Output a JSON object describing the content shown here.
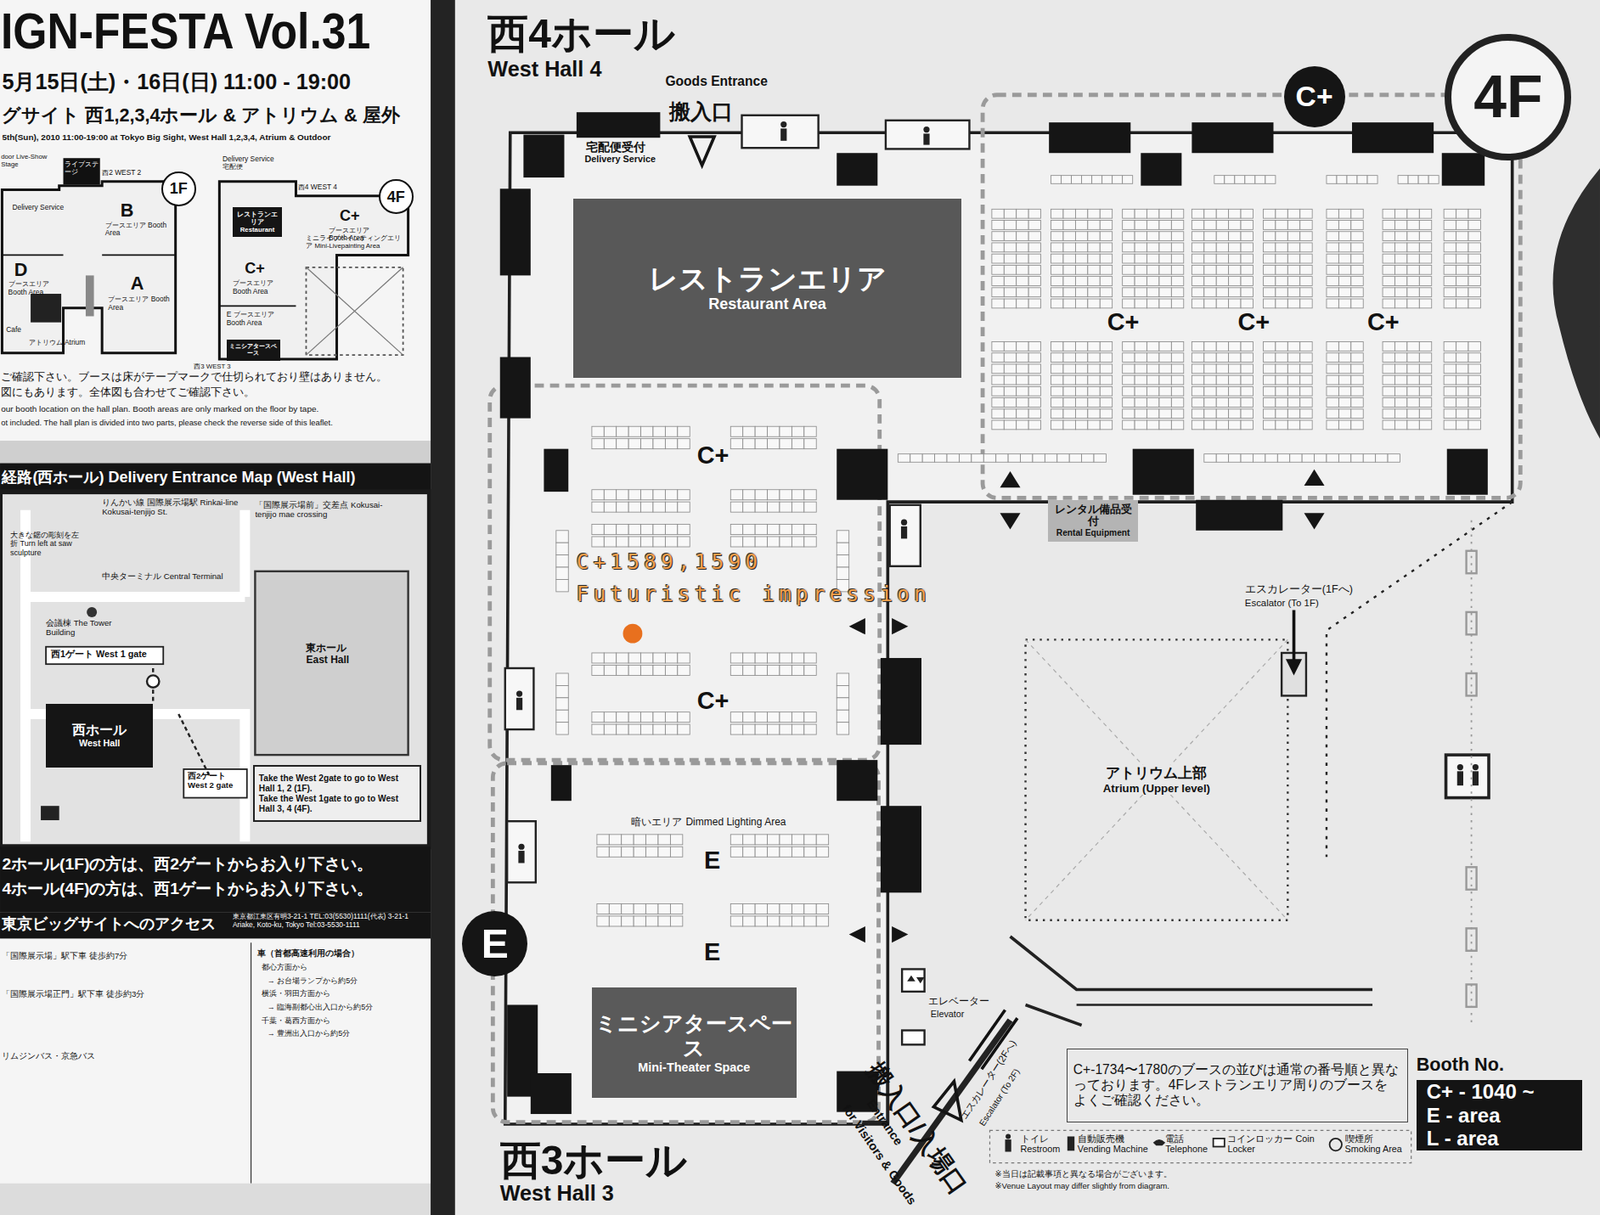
{
  "diagram": {
    "title": "IGN-FESTA Vol.31",
    "nodes": [
      {
        "text": [
          "レストランエリア",
          "Restaurant Area"
        ]
      },
      {
        "text": [
          "C+"
        ]
      },
      {
        "text": [
          "4F"
        ]
      },
      {
        "text": [
          "アトリウム上部",
          "Atrium (Upper level)"
        ]
      },
      {
        "text": [
          "ミニシアタースペース",
          "Mini-Theater Space"
        ]
      },
      {
        "text": [
          "E"
        ]
      },
      {
        "text": [
          "レンタル備品受付",
          "Rental Equipment"
        ]
      },
      {
        "text": [
          "C+-1734〜1780のブースの並びは通常の番号順と異なっております。4Fレストランエリア周りのブースをよくご確認ください。"
        ]
      },
      {
        "text": [
          "Booth No.",
          "C+ - 1040 ~",
          "E - area",
          "L - area"
        ]
      },
      {
        "text": [
          "1F"
        ]
      },
      {
        "text": [
          "4F"
        ]
      },
      {
        "text": [
          "西ホール",
          "West Hall"
        ]
      },
      {
        "text": [
          "Take the West 2gate to go to West Hall 1, 2 (1F).",
          "Take the West 1gate to go to West Hall 3, 4 (4F)."
        ]
      },
      {
        "text": [
          "レストランエリア",
          "Restaurant"
        ]
      },
      {
        "text": [
          "ミニシアタースペース"
        ]
      }
    ],
    "labels": [
      "5月15日(土)・16日(日) 11:00 - 19:00",
      "グサイト 西1,2,3,4ホール & アトリウム & 屋外",
      "5th(Sun), 2010 11:00-19:00 at Tokyo Big Sight, West Hall 1,2,3,4, Atrium & Outdoor",
      "door Live-Show Stage",
      "ライブステージ",
      "西2 WEST 2",
      "Delivery Service",
      "B",
      "ブースエリア Booth Area",
      "D",
      "ブースエリア Booth Area",
      "A",
      "ブースエリア Booth Area",
      "Cafe",
      "アトリウム Atrium",
      "Delivery Service 宅配便",
      "西4 WEST 4",
      "C+",
      "ブースエリア Booth Area",
      "C+",
      "ブースエリア Booth Area",
      "E ブースエリア Booth Area",
      "ミニライブペインティングエリア Mini-Livepainting Area",
      "西3 WEST 3",
      "ご確認下さい。ブースは床がテープマークで仕切られており壁はありません。",
      "図にもあります。全体図も合わせてご確認下さい。",
      "our booth location on the hall plan. Booth areas are only marked on the floor by tape.",
      "ot included. The hall plan is divided into two parts, please check the reverse side of this leaflet.",
      "経路(西ホール) Delivery Entrance Map (West Hall)",
      "りんかい線 国際展示場駅 Rinkai-line Kokusai-tenjijo St.",
      "大きな鋸の彫刻を左折 Turn left at saw sculpture",
      "「国際展示場前」交差点 Kokusai-tenjijo mae crossing",
      "中央ターミナル Central Terminal",
      "会議棟 The Tower Building",
      "西1ゲート West 1 gate",
      "東ホール East Hall",
      "西2ゲート West 2 gate",
      "2ホール(1F)の方は、西2ゲートからお入り下さい。",
      "4ホール(4F)の方は、西1ゲートからお入り下さい。",
      "東京ビッグサイトへのアクセス",
      "東京都江東区有明3-21-1 TEL:03(5530)1111(代表) 3-21-1 Ariake, Koto-ku, Tokyo Tel:03-5530-1111",
      "「国際展示場」駅下車 徒歩約7分",
      "「国際展示場正門」駅下車 徒歩約3分",
      "リムジンバス・京急バス",
      "車（首都高速利用の場合）",
      "都心方面から",
      "→ お台場ランプから約5分",
      "横浜・羽田方面から",
      "→ 臨海副都心出入口から約5分",
      "千葉・葛西方面から",
      "→ 豊洲出入口から約5分",
      "西4ホール",
      "West Hall 4",
      "Goods Entrance",
      "搬入口",
      "宅配便受付",
      "Delivery Service",
      "C+",
      "C+",
      "C+",
      "C+",
      "C+",
      "C+1589,1590",
      "Futuristic impression",
      "エスカレーター(1Fへ)",
      "Escalator (To 1F)",
      "暗いエリア",
      "Dimmed Lighting Area",
      "E",
      "E",
      "エレベーター",
      "Elevator",
      "搬入口/入場口",
      "Entrance",
      "for Visitors & Goods",
      "エスカレーター(2Fへ)",
      "Escalator (To 2F)",
      "※当日は記載事項と異なる場合がございます。",
      "※Venue Layout may differ slightly from diagram.",
      "西3ホール",
      "West Hall 3"
    ],
    "legend": [
      {
        "text": "トイレ Restroom"
      },
      {
        "text": "自動販売機 Vending Machine"
      },
      {
        "text": "電話 Telephone"
      },
      {
        "text": "コインロッカー Coin Locker"
      },
      {
        "text": "喫煙所 Smoking Area"
      }
    ]
  }
}
